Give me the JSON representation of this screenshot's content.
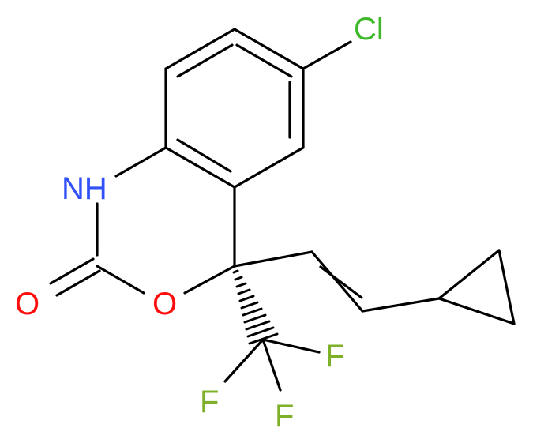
{
  "molecule": {
    "atoms": {
      "cl": "Cl",
      "nh": "NH",
      "o_carbonyl": "O",
      "o_ring": "O",
      "f1": "F",
      "f2": "F",
      "f3": "F"
    },
    "colors": {
      "bond": "#000000",
      "chlorine": "#3cb828",
      "nitrogen": "#3050f8",
      "oxygen": "#ff0d0d",
      "fluorine": "#7fb02a"
    }
  }
}
